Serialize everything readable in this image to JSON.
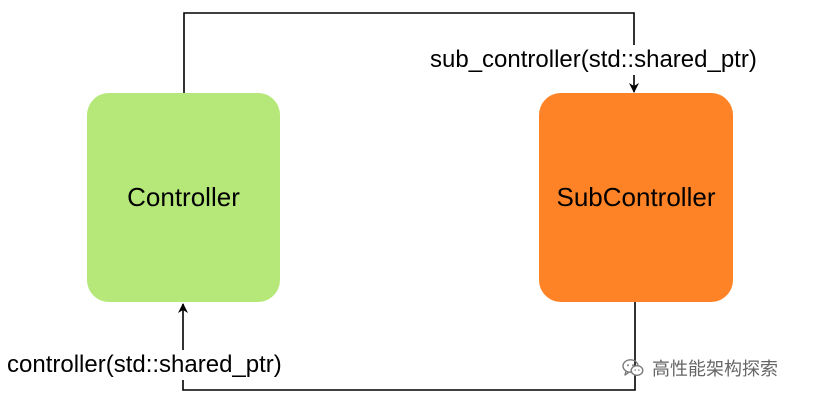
{
  "diagram": {
    "nodes": {
      "controller": {
        "label": "Controller",
        "fill": "#b5e878"
      },
      "subcontroller": {
        "label": "SubController",
        "fill": "#fd8326"
      }
    },
    "edges": {
      "to_subcontroller": {
        "label": "sub_controller(std::shared_ptr)",
        "from": "controller",
        "to": "subcontroller"
      },
      "to_controller": {
        "label": "controller(std::shared_ptr)",
        "from": "subcontroller",
        "to": "controller"
      }
    },
    "line_color": "#000000"
  },
  "watermark": {
    "icon": "wechat-icon",
    "text": "高性能架构探索"
  }
}
